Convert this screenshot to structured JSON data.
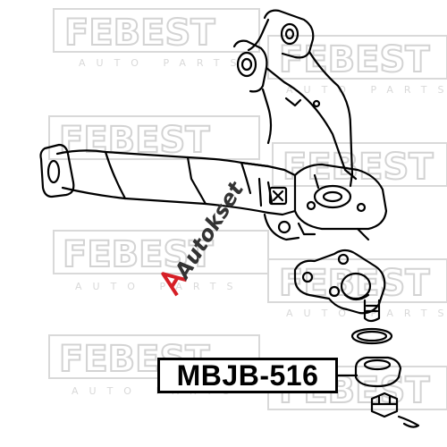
{
  "watermark": {
    "brand_text": "FEBEST",
    "sub_text": "AUTO PARTS",
    "color": "#d9d9d9"
  },
  "shop_watermark": {
    "text": "Autokset",
    "color": "#333333",
    "accent_color": "#d61f26"
  },
  "part": {
    "number": "MBJB-516"
  },
  "colors": {
    "line": "#000000",
    "background": "#ffffff"
  }
}
